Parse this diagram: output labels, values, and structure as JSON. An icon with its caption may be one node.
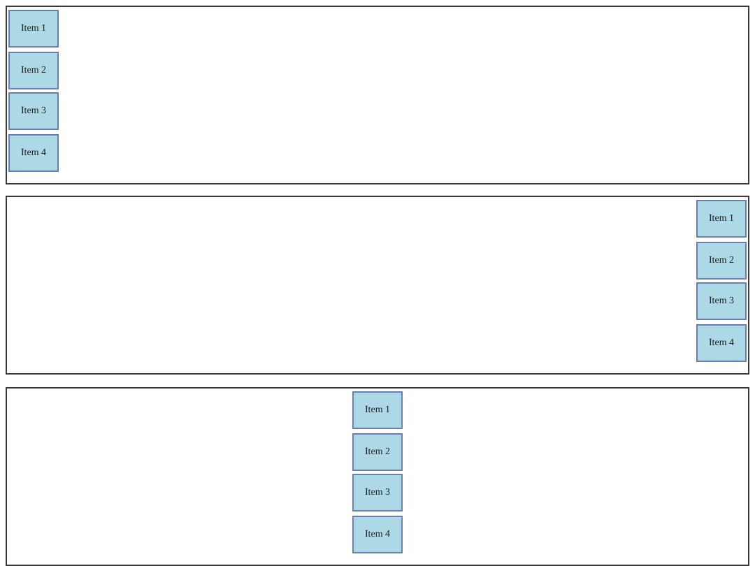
{
  "diagram": {
    "nodes": [
      {
        "text": [],
        "shape": "box"
      },
      {
        "text": [
          "Item 1"
        ],
        "in": 0
      },
      {
        "text": [
          "Item 2"
        ],
        "in": 0
      },
      {
        "text": [
          "Item 3"
        ],
        "in": 0
      },
      {
        "text": [
          "Item 4"
        ],
        "in": 0
      },
      {
        "text": [],
        "shape": "box"
      },
      {
        "text": [
          "Item 1"
        ],
        "in": 5
      },
      {
        "text": [
          "Item 2"
        ],
        "in": 5
      },
      {
        "text": [
          "Item 3"
        ],
        "in": 5
      },
      {
        "text": [
          "Item 4"
        ],
        "in": 5
      },
      {
        "text": [],
        "shape": "box"
      },
      {
        "text": [
          "Item 1"
        ],
        "in": 10
      },
      {
        "text": [
          "Item 2"
        ],
        "in": 10
      },
      {
        "text": [
          "Item 3"
        ],
        "in": 10
      },
      {
        "text": [
          "Item 4"
        ],
        "in": 10
      }
    ]
  }
}
